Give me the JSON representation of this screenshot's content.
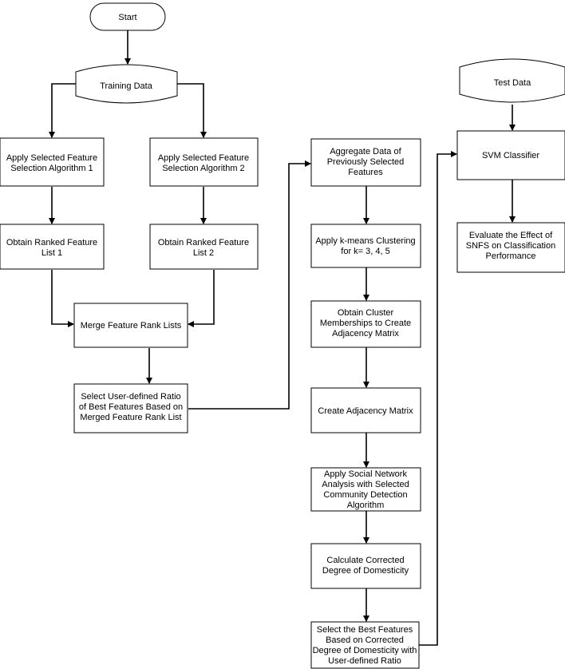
{
  "nodes": {
    "start": {
      "lines": [
        "Start"
      ]
    },
    "training_data": {
      "lines": [
        "Training Data"
      ]
    },
    "fs_algo_1": {
      "lines": [
        "Apply Selected Feature",
        "Selection Algorithm 1"
      ]
    },
    "fs_algo_2": {
      "lines": [
        "Apply Selected Feature",
        "Selection Algorithm 2"
      ]
    },
    "rank_list_1": {
      "lines": [
        "Obtain Ranked Feature",
        "List 1"
      ]
    },
    "rank_list_2": {
      "lines": [
        "Obtain Ranked Feature",
        "List 2"
      ]
    },
    "merge_lists": {
      "lines": [
        "Merge Feature Rank Lists"
      ]
    },
    "select_ratio": {
      "lines": [
        "Select User-defined Ratio",
        "of Best Features Based on",
        "Merged Feature Rank List"
      ]
    },
    "aggregate": {
      "lines": [
        "Aggregate Data of",
        "Previously Selected",
        "Features"
      ]
    },
    "kmeans": {
      "lines": [
        "Apply k-means Clustering",
        "for k= 3, 4, 5"
      ]
    },
    "memberships": {
      "lines": [
        "Obtain Cluster",
        "Memberships to Create",
        "Adjacency Matrix"
      ]
    },
    "adjacency": {
      "lines": [
        "Create Adjacency Matrix"
      ]
    },
    "sna": {
      "lines": [
        "Apply Social Network",
        "Analysis with Selected",
        "Community Detection",
        "Algorithm"
      ]
    },
    "domesticity": {
      "lines": [
        "Calculate Corrected",
        "Degree of Domesticity"
      ]
    },
    "best_features": {
      "lines": [
        "Select the Best Features",
        "Based on Corrected",
        "Degree of Domesticity with",
        "User-defined Ratio"
      ]
    },
    "test_data": {
      "lines": [
        "Test Data"
      ]
    },
    "svm": {
      "lines": [
        "SVM Classifier"
      ]
    },
    "evaluate": {
      "lines": [
        "Evaluate the Effect of",
        "SNFS on Classification",
        "Performance"
      ]
    }
  }
}
